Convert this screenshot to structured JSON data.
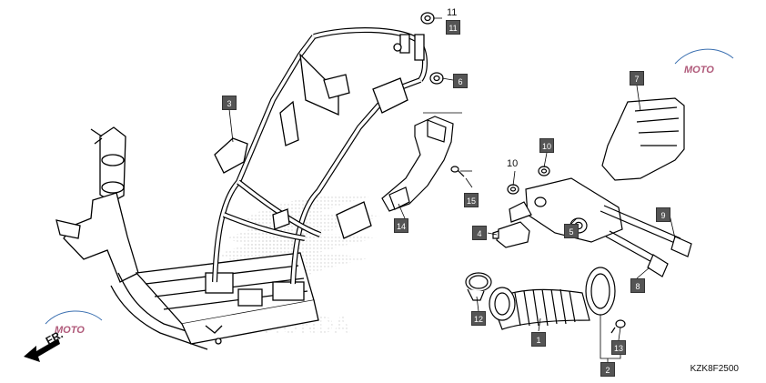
{
  "diagram": {
    "code": "KZK8F2500",
    "direction_label": "FR.",
    "watermark_text": "HONDA",
    "logo_text": "MOTO",
    "callouts": {
      "c1": "1",
      "c2": "2",
      "c3": "3",
      "c4": "4",
      "c5": "5",
      "c6": "6",
      "c7": "7",
      "c8": "8",
      "c9": "9",
      "c10a": "10",
      "c10b": "10",
      "c11": "11",
      "c11b": "11",
      "c12": "12",
      "c13": "13",
      "c14": "14",
      "c15": "15"
    }
  }
}
